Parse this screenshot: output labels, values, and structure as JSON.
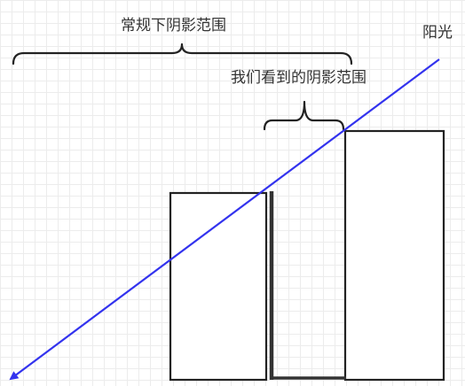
{
  "labels": {
    "normal_shadow": "常规下阴影范围",
    "seen_shadow": "我们看到的阴影范围",
    "sunlight": "阳光"
  },
  "colors": {
    "sun_ray": "#3333ee",
    "outline": "#222222",
    "text": "#333333",
    "grid": "#ececec"
  }
}
